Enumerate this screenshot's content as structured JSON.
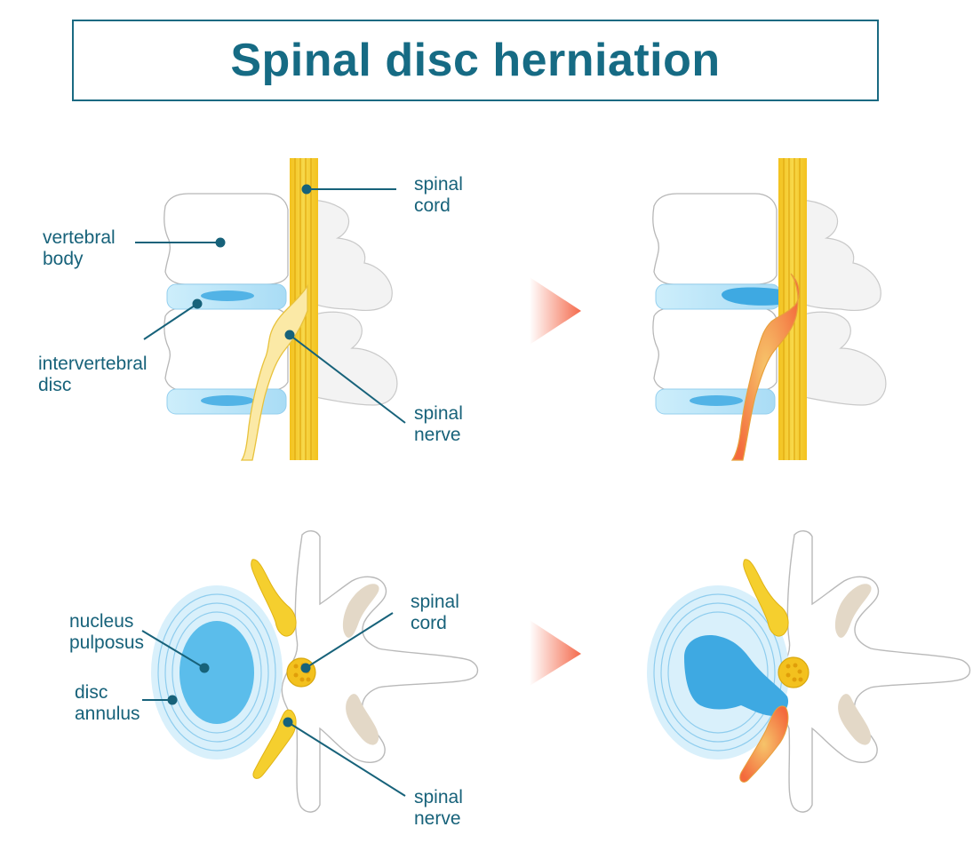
{
  "title": "Spinal disc herniation",
  "labels": {
    "spinal_cord_top": "spinal\ncord",
    "vertebral_body": "vertebral\nbody",
    "intervertebral_disc": "intervertebral\ndisc",
    "spinal_nerve_top": "spinal\nnerve",
    "nucleus_pulposus": "nucleus\npulposus",
    "disc_annulus": "disc\nannulus",
    "spinal_cord_bottom": "spinal\ncord",
    "spinal_nerve_bottom": "spinal\nnerve"
  },
  "colors": {
    "accent": "#166b84",
    "disc": "#bfe6f8",
    "nucleus": "#4fb6ea",
    "nerve": "#f5d232",
    "herniation": "#f47c3c",
    "arrow": "#f47c5c"
  }
}
